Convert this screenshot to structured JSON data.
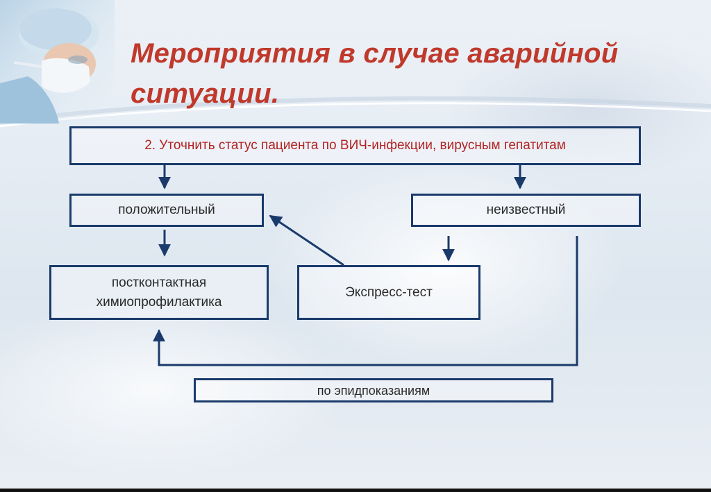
{
  "title": "Мероприятия в случае аварийной ситуации.",
  "diagram": {
    "step": "2. Уточнить статус пациента по ВИЧ-инфекции, вирусным гепатитам",
    "positive": "положительный",
    "unknown": "неизвестный",
    "pep": "постконтактная химиопрофилактика",
    "express_test": "Экспресс-тест",
    "epid": "по эпидпоказаниям"
  },
  "colors": {
    "title": "#c0392b",
    "box_border": "#1a3a6b",
    "arrow": "#1a3a6b",
    "step_text": "#b22222"
  }
}
